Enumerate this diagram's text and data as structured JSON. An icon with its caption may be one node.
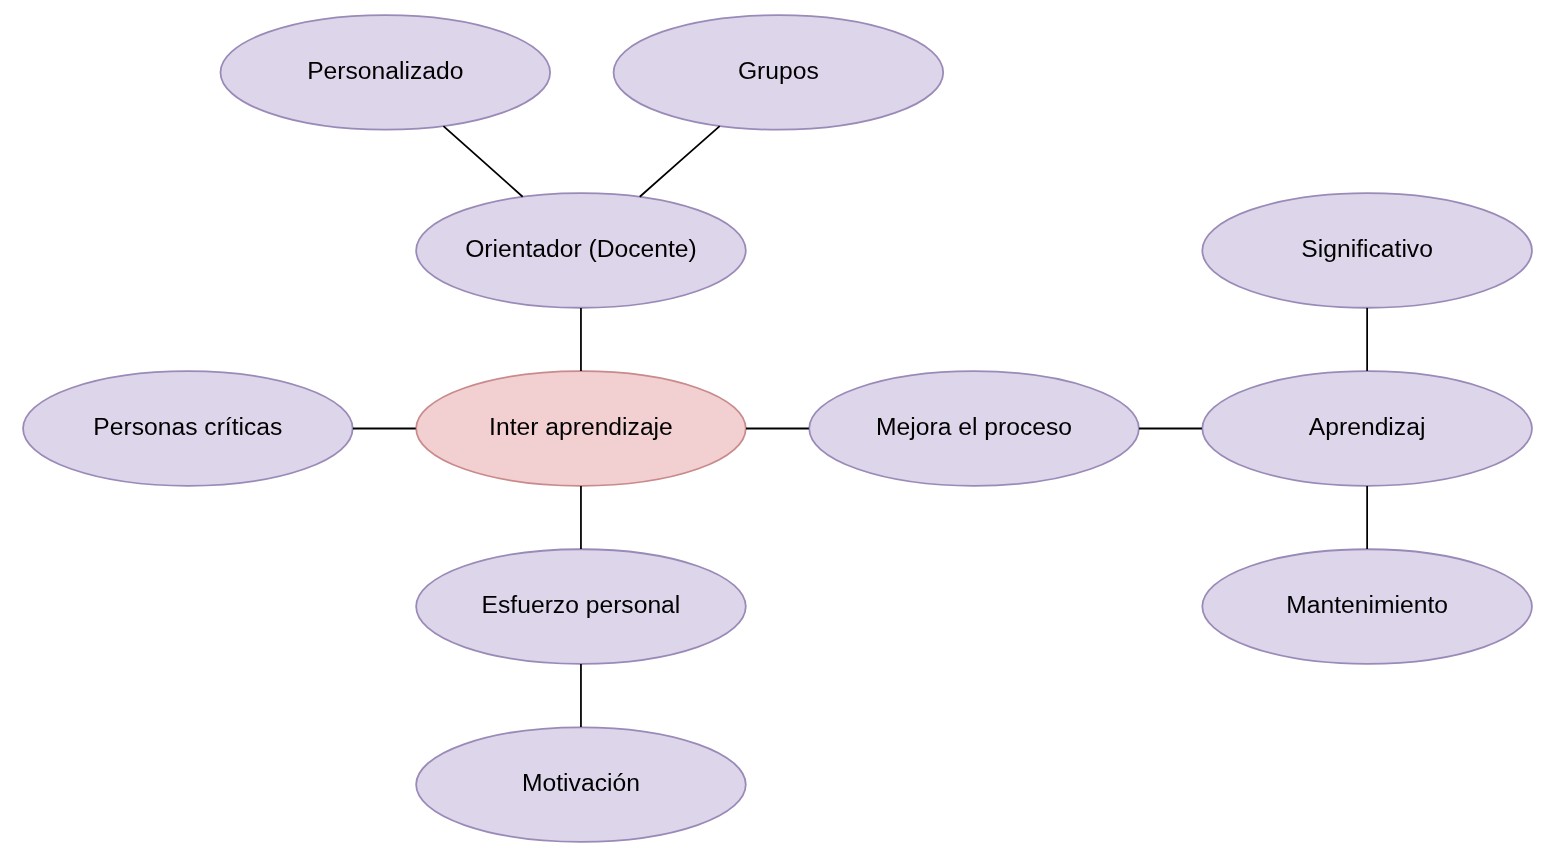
{
  "diagram": {
    "nodes": [
      {
        "text": [
          "Personalizado"
        ]
      },
      {
        "text": [
          "Grupos"
        ]
      },
      {
        "text": [
          "Orientador (Docente)"
        ]
      },
      {
        "text": [
          "Significativo"
        ]
      },
      {
        "text": [
          "Personas críticas"
        ]
      },
      {
        "text": [
          "Inter aprendizaje"
        ]
      },
      {
        "text": [
          "Mejora el proceso"
        ]
      },
      {
        "text": [
          "Aprendizaj"
        ]
      },
      {
        "text": [
          "Esfuerzo personal"
        ]
      },
      {
        "text": [
          "Mantenimiento"
        ]
      },
      {
        "text": [
          "Motivación"
        ]
      }
    ],
    "edges": [
      {
        "from": 0,
        "to": 2,
        "arrow": "none"
      },
      {
        "from": 1,
        "to": 2,
        "arrow": "none"
      },
      {
        "from": 2,
        "to": 5,
        "arrow": "none"
      },
      {
        "from": 4,
        "to": 5,
        "arrow": "none"
      },
      {
        "from": 5,
        "to": 6,
        "arrow": "none"
      },
      {
        "from": 6,
        "to": 7,
        "arrow": "none"
      },
      {
        "from": 3,
        "to": 7,
        "arrow": "none"
      },
      {
        "from": 7,
        "to": 9,
        "arrow": "none"
      },
      {
        "from": 5,
        "to": 8,
        "arrow": "none"
      },
      {
        "from": 8,
        "to": 10,
        "arrow": "none"
      }
    ]
  }
}
